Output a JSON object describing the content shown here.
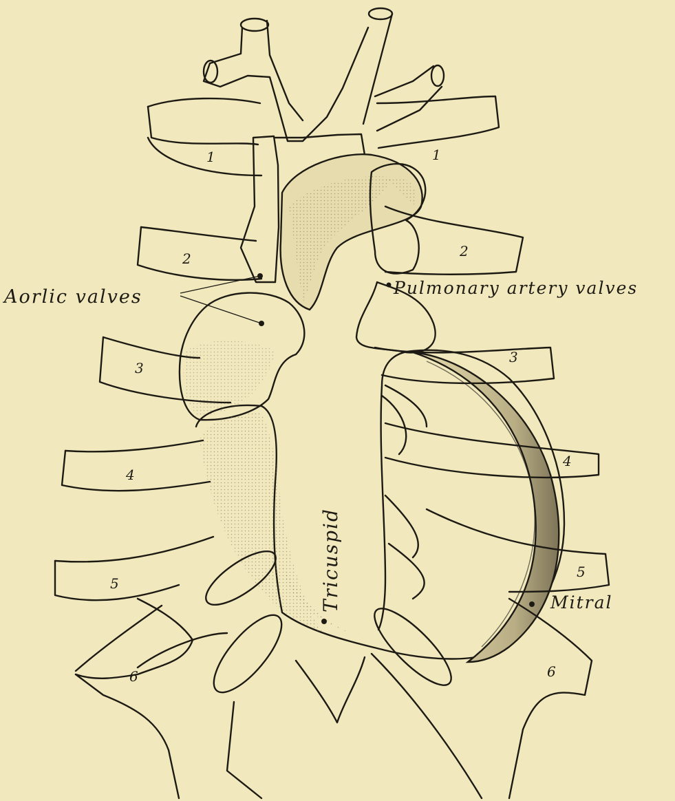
{
  "labels": {
    "aortic": "Aorlic valves",
    "pulmonary": "Pulmonary artery valves",
    "tricuspid": "Tricuspid",
    "mitral": "Mitral"
  },
  "ribs_left": [
    "1",
    "2",
    "3",
    "4",
    "5",
    "6"
  ],
  "ribs_right": [
    "1",
    "2",
    "3",
    "4",
    "5",
    "6"
  ],
  "colors": {
    "paper": "#f1e8bd",
    "ink": "#1d1a14",
    "shade": "#c9bd92"
  }
}
